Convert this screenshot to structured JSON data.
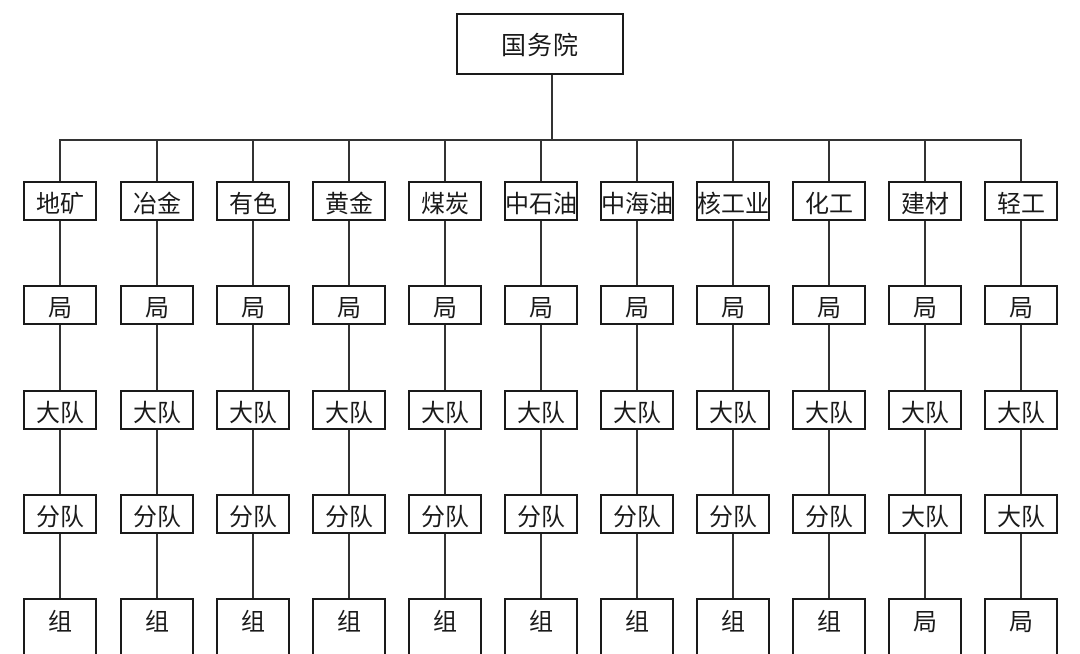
{
  "root": "国务院",
  "columns": [
    {
      "ministry": "地矿",
      "levels": [
        "局",
        "大队",
        "分队",
        "组"
      ]
    },
    {
      "ministry": "冶金",
      "levels": [
        "局",
        "大队",
        "分队",
        "组"
      ]
    },
    {
      "ministry": "有色",
      "levels": [
        "局",
        "大队",
        "分队",
        "组"
      ]
    },
    {
      "ministry": "黄金",
      "levels": [
        "局",
        "大队",
        "分队",
        "组"
      ]
    },
    {
      "ministry": "煤炭",
      "levels": [
        "局",
        "大队",
        "分队",
        "组"
      ]
    },
    {
      "ministry": "中石油",
      "levels": [
        "局",
        "大队",
        "分队",
        "组"
      ]
    },
    {
      "ministry": "中海油",
      "levels": [
        "局",
        "大队",
        "分队",
        "组"
      ]
    },
    {
      "ministry": "核工业",
      "levels": [
        "局",
        "大队",
        "分队",
        "组"
      ]
    },
    {
      "ministry": "化工",
      "levels": [
        "局",
        "大队",
        "分队",
        "组"
      ]
    },
    {
      "ministry": "建材",
      "levels": [
        "局",
        "大队",
        "大队",
        "局"
      ]
    },
    {
      "ministry": "轻工",
      "levels": [
        "局",
        "大队",
        "大队",
        "局"
      ]
    }
  ],
  "colors": {
    "line": "#333333",
    "border": "#1a1a1a",
    "text": "#1a1a1a",
    "background": "#ffffff"
  }
}
